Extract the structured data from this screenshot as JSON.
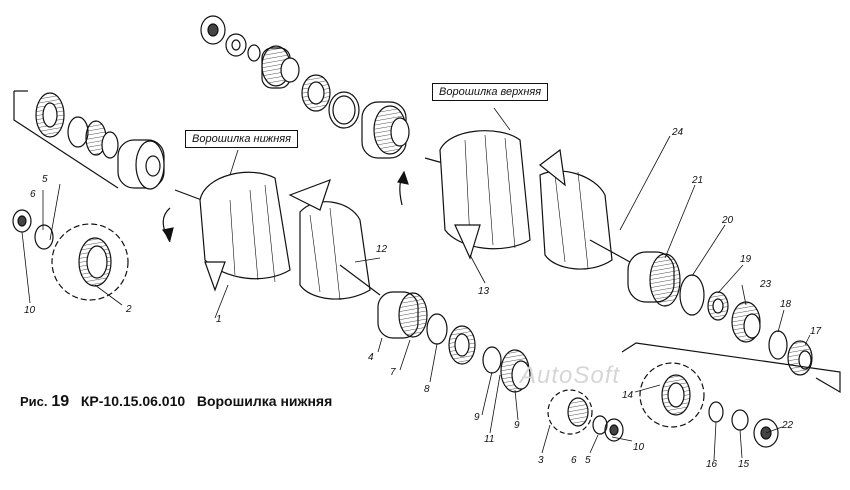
{
  "labels": {
    "lower": "Ворошилка нижняя",
    "upper": "Ворошилка верхняя"
  },
  "caption": {
    "fig_prefix": "Рис.",
    "fig_number": "19",
    "code": "КР-10.15.06.010",
    "title": "Ворошилка нижняя"
  },
  "watermark": "AutoSoft",
  "callouts": [
    "1",
    "2",
    "3",
    "4",
    "5",
    "6",
    "7",
    "8",
    "9",
    "10",
    "11",
    "12",
    "13",
    "14",
    "15",
    "16",
    "17",
    "18",
    "19",
    "20",
    "21",
    "22",
    "23",
    "24"
  ]
}
